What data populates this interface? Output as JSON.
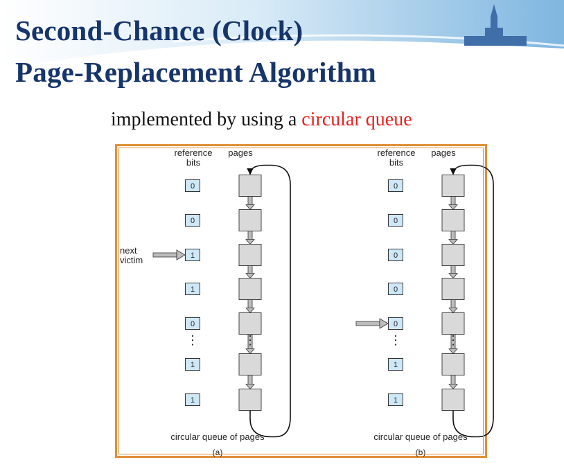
{
  "slide": {
    "title_line1": "Second-Chance (Clock)",
    "title_line2": "Page-Replacement Algorithm",
    "subtitle_prefix": "implemented by using a ",
    "subtitle_highlight": "circular queue",
    "colors": {
      "title": "#16356b",
      "highlight": "#e8201e",
      "frame": "#e1903a"
    }
  },
  "diagram": {
    "reference_bits_label": "reference\nbits",
    "pages_label": "pages",
    "caption": "circular queue of pages",
    "ellipsis": "⋮",
    "panels": [
      {
        "id": "a",
        "sublabel": "(a)",
        "bits_top": [
          "0",
          "0",
          "1",
          "1",
          "0"
        ],
        "bits_bottom": [
          "1",
          "1"
        ],
        "pointer_row": 2,
        "pointer_label": "next\nvictim"
      },
      {
        "id": "b",
        "sublabel": "(b)",
        "bits_top": [
          "0",
          "0",
          "0",
          "0",
          "0"
        ],
        "bits_bottom": [
          "1",
          "1"
        ],
        "pointer_row": 4,
        "pointer_label": ""
      }
    ]
  }
}
